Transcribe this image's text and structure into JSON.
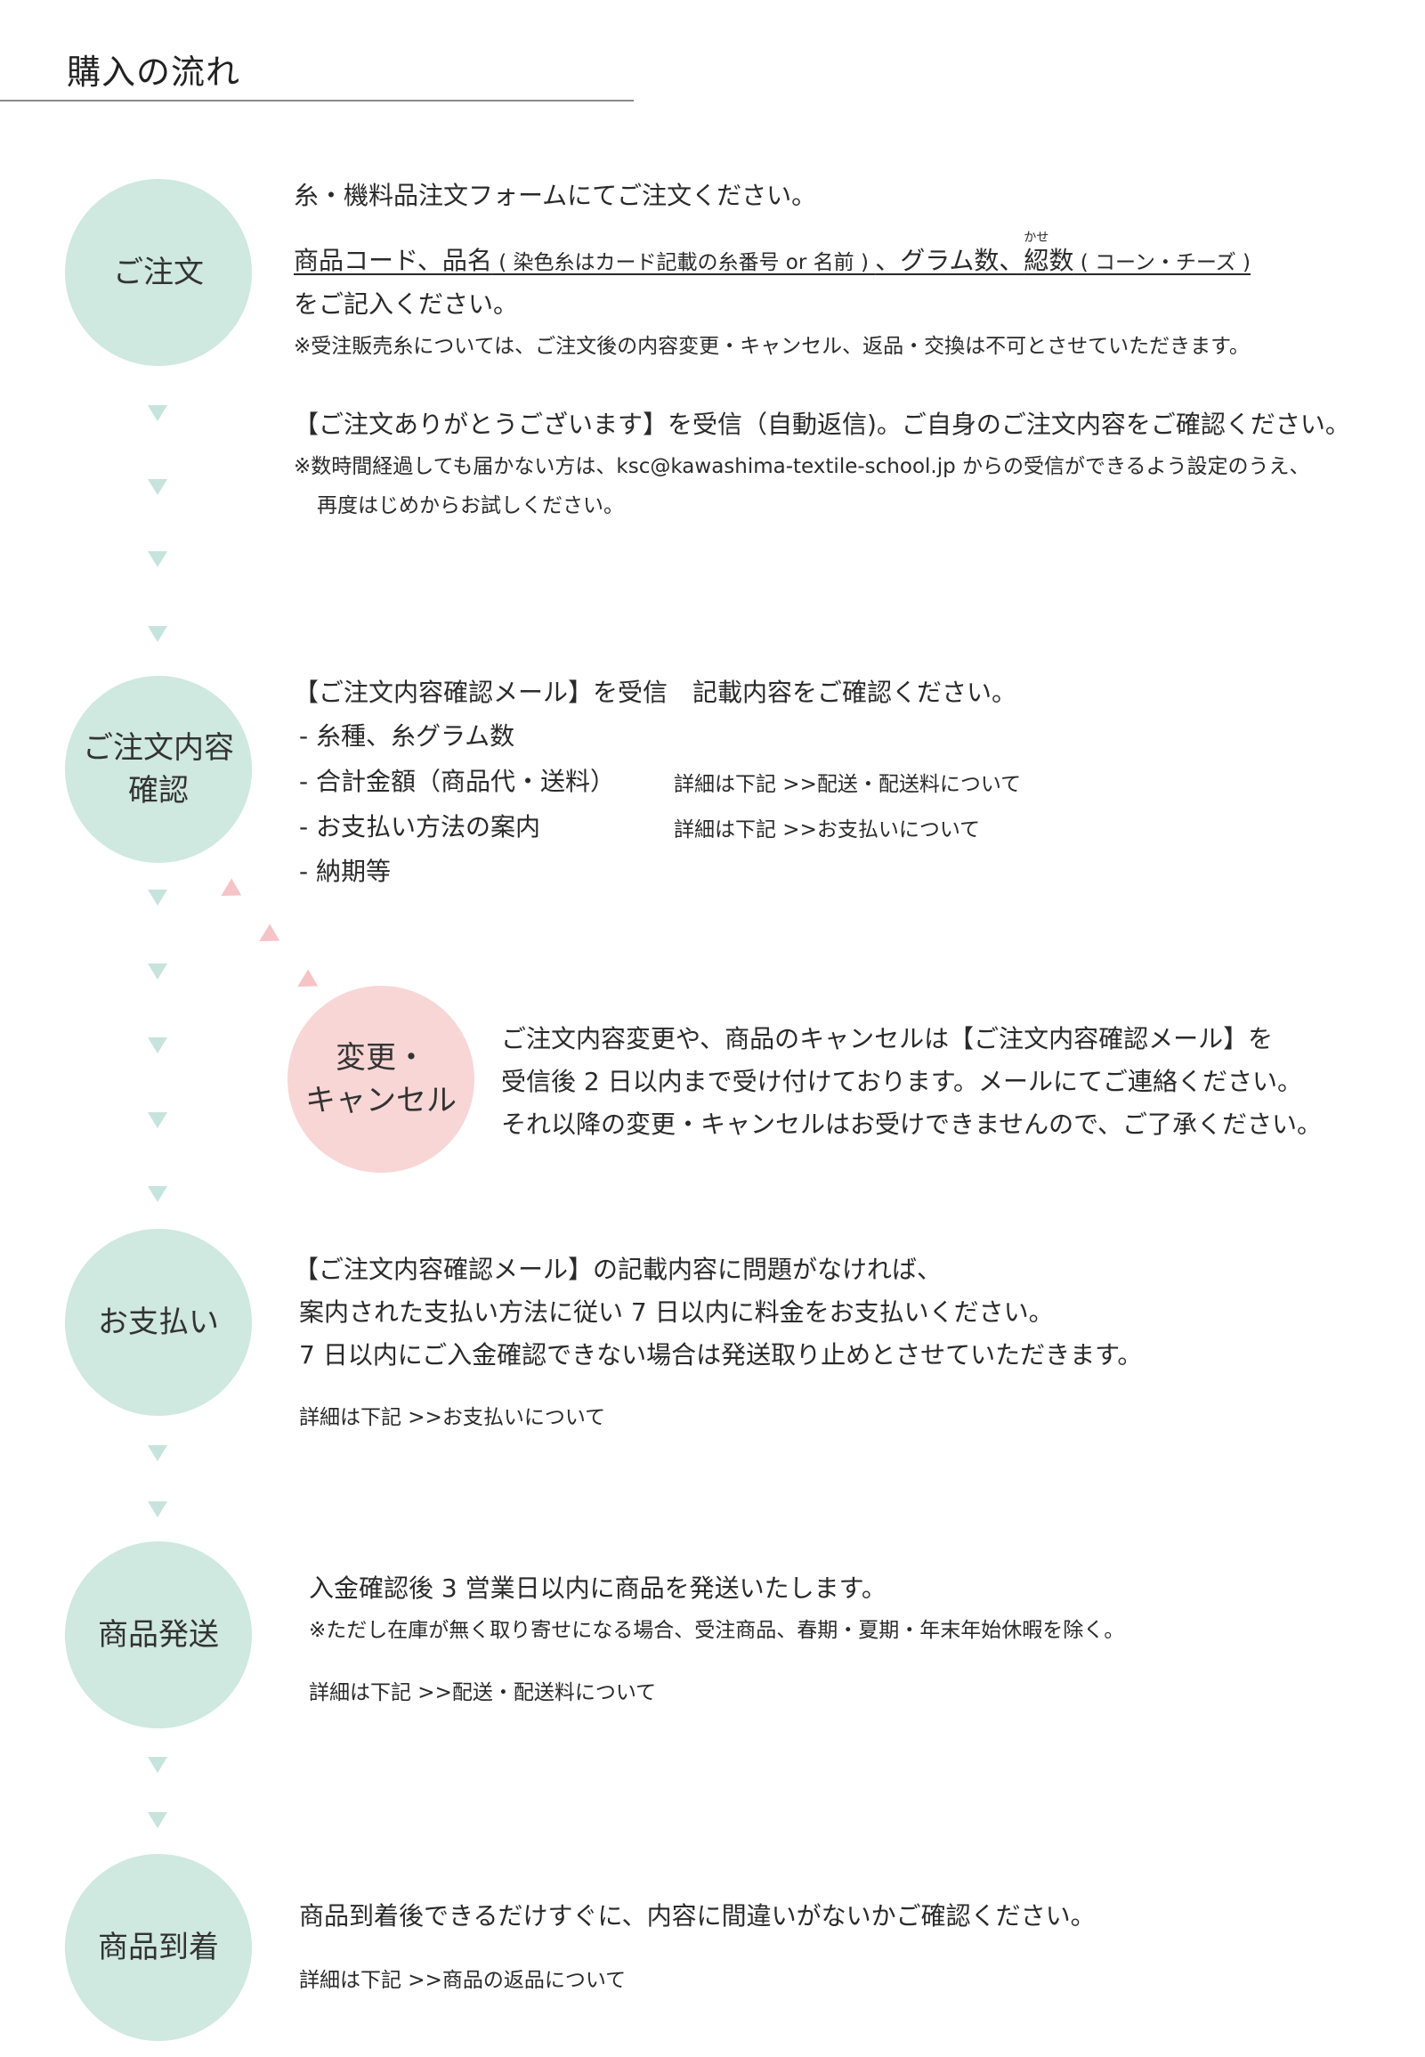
{
  "title": "購入の流れ",
  "colors": {
    "mint": "#cfe8e0",
    "pink": "#f8d6d6",
    "arrow": "#c6e4db",
    "pink_arrow": "#f6c3c6"
  },
  "steps": {
    "order": {
      "label": "ご注文",
      "line1": "糸・機料品注文フォームにてご注文ください。",
      "line2_a": "商品コード、品名",
      "line2_b": " ( 染色糸はカード記載の糸番号 or 名前 ) ",
      "line2_c": "、グラム数、",
      "line2_d": "綛数",
      "line2_ruby": "かせ",
      "line2_e": " ( コーン・チーズ )",
      "line3": "をご記入ください。",
      "note1": "※受注販売糸については、ご注文後の内容変更・キャンセル、返品・交換は不可とさせていただきます。",
      "line4": "【ご注文ありがとうございます】を受信（自動返信)。ご自身のご注文内容をご確認ください。",
      "note2": "※数時間経過しても届かない方は、ksc@kawashima-textile-school.jp からの受信ができるよう設定のうえ、",
      "note3": "再度はじめからお試しください。"
    },
    "confirm": {
      "label_1": "ご注文内容",
      "label_2": "確認",
      "line1": "【ご注文内容確認メール】を受信　記載内容をご確認ください。",
      "item1": "- 糸種、糸グラム数",
      "item2": "- 合計金額（商品代・送料）",
      "item2_note": "詳細は下記 >>配送・配送料について",
      "item3": "- お支払い方法の案内",
      "item3_note": "詳細は下記 >>お支払いについて",
      "item4": "- 納期等"
    },
    "change": {
      "label_1": "変更・",
      "label_2": "キャンセル",
      "line1": "ご注文内容変更や、商品のキャンセルは【ご注文内容確認メール】を",
      "line2": "受信後 2 日以内まで受け付けております。メールにてご連絡ください。",
      "line3": "それ以降の変更・キャンセルはお受けできませんので、ご了承ください。"
    },
    "payment": {
      "label": "お支払い",
      "line1": "【ご注文内容確認メール】の記載内容に問題がなければ、",
      "line2": "案内された支払い方法に従い 7 日以内に料金をお支払いください。",
      "line3": "7 日以内にご入金確認できない場合は発送取り止めとさせていただきます。",
      "link": "詳細は下記 >>お支払いについて"
    },
    "shipping": {
      "label": "商品発送",
      "line1": "入金確認後 3 営業日以内に商品を発送いたします。",
      "note": "※ただし在庫が無く取り寄せになる場合、受注商品、春期・夏期・年末年始休暇を除く。",
      "link": "詳細は下記 >>配送・配送料について"
    },
    "arrival": {
      "label": "商品到着",
      "line1": "商品到着後できるだけすぐに、内容に間違いがないかご確認ください。",
      "link": "詳細は下記 >>商品の返品について"
    }
  }
}
